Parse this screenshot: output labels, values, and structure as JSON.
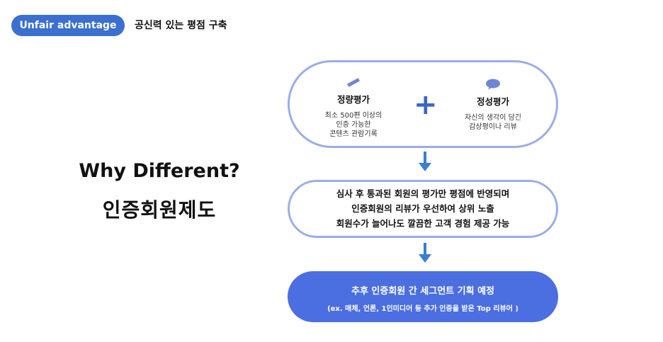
{
  "header": {
    "badge": "Unfair advantage",
    "title": "공신력 있는 평점 구축"
  },
  "headline": {
    "line1": "Why Different?",
    "line2": "인증회원제도"
  },
  "top_box": {
    "left": {
      "icon": "pencil-icon",
      "title": "정량평가",
      "desc": [
        "최소 500편 이상의",
        "인증 가능한",
        "콘텐츠 관람기록"
      ]
    },
    "plus": "+",
    "right": {
      "icon": "speech-bubble-icon",
      "title": "정성평가",
      "desc": [
        "자신의 생각이 담긴",
        "감상평이나 리뷰"
      ]
    }
  },
  "middle_box": {
    "lines": [
      "심사 후 통과된 회원의 평가만 평점에 반영되며",
      "인증회원의 리뷰가 우선하여 상위 노출",
      "회원수가 늘어나도 깔끔한 고객 경험 제공 가능"
    ]
  },
  "bottom_box": {
    "main": "추후 인증회원 간 세그먼트 기획 예정",
    "sub": "(ex. 매체, 언론, 1인미디어 등 추가 인증을 받은 Top 리뷰어 )"
  },
  "colors": {
    "accent": "#3b6fd0",
    "outline": "#9aaee6",
    "bottom_fill": "#4b6ee0",
    "arrow": "#3a7fd0"
  }
}
